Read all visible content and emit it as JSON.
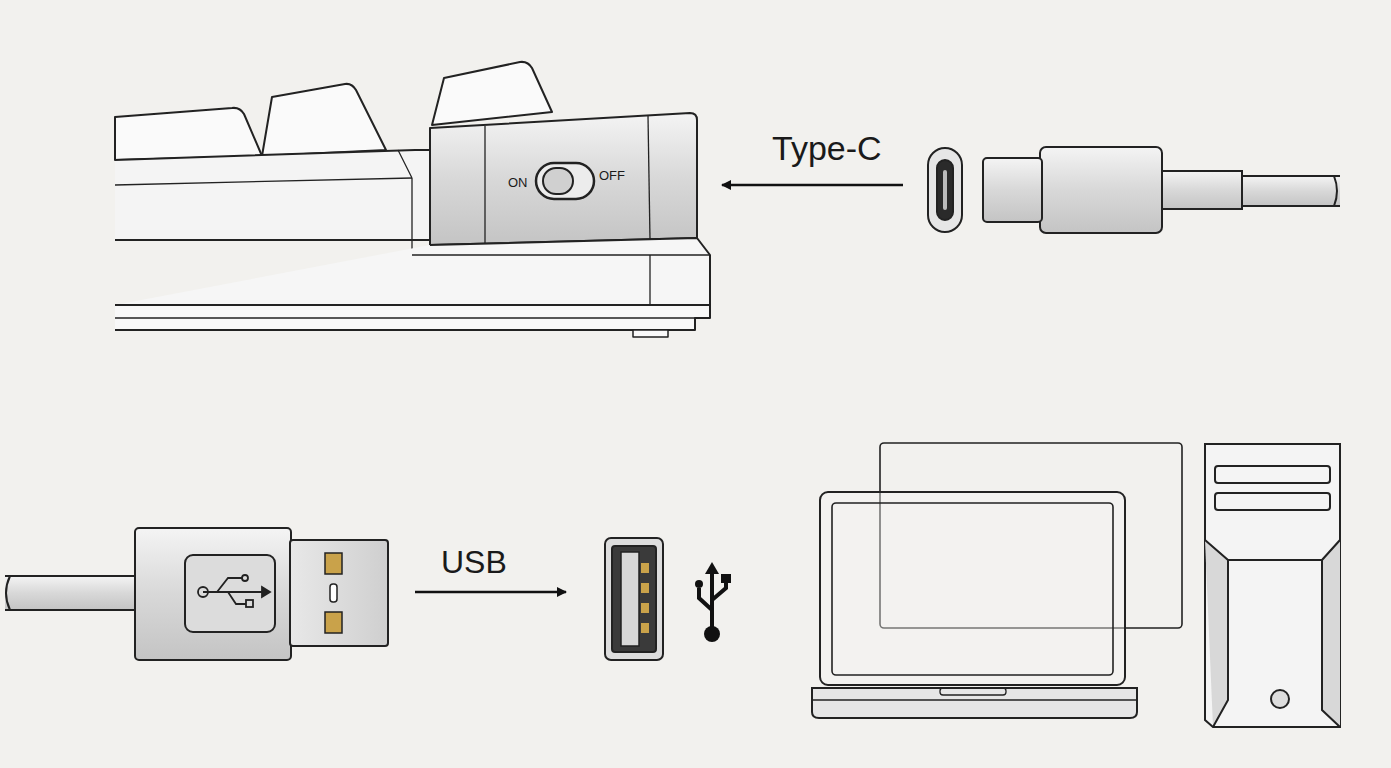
{
  "diagram": {
    "labels": [
      "ON",
      "OFF",
      "Type-C",
      "USB"
    ]
  }
}
